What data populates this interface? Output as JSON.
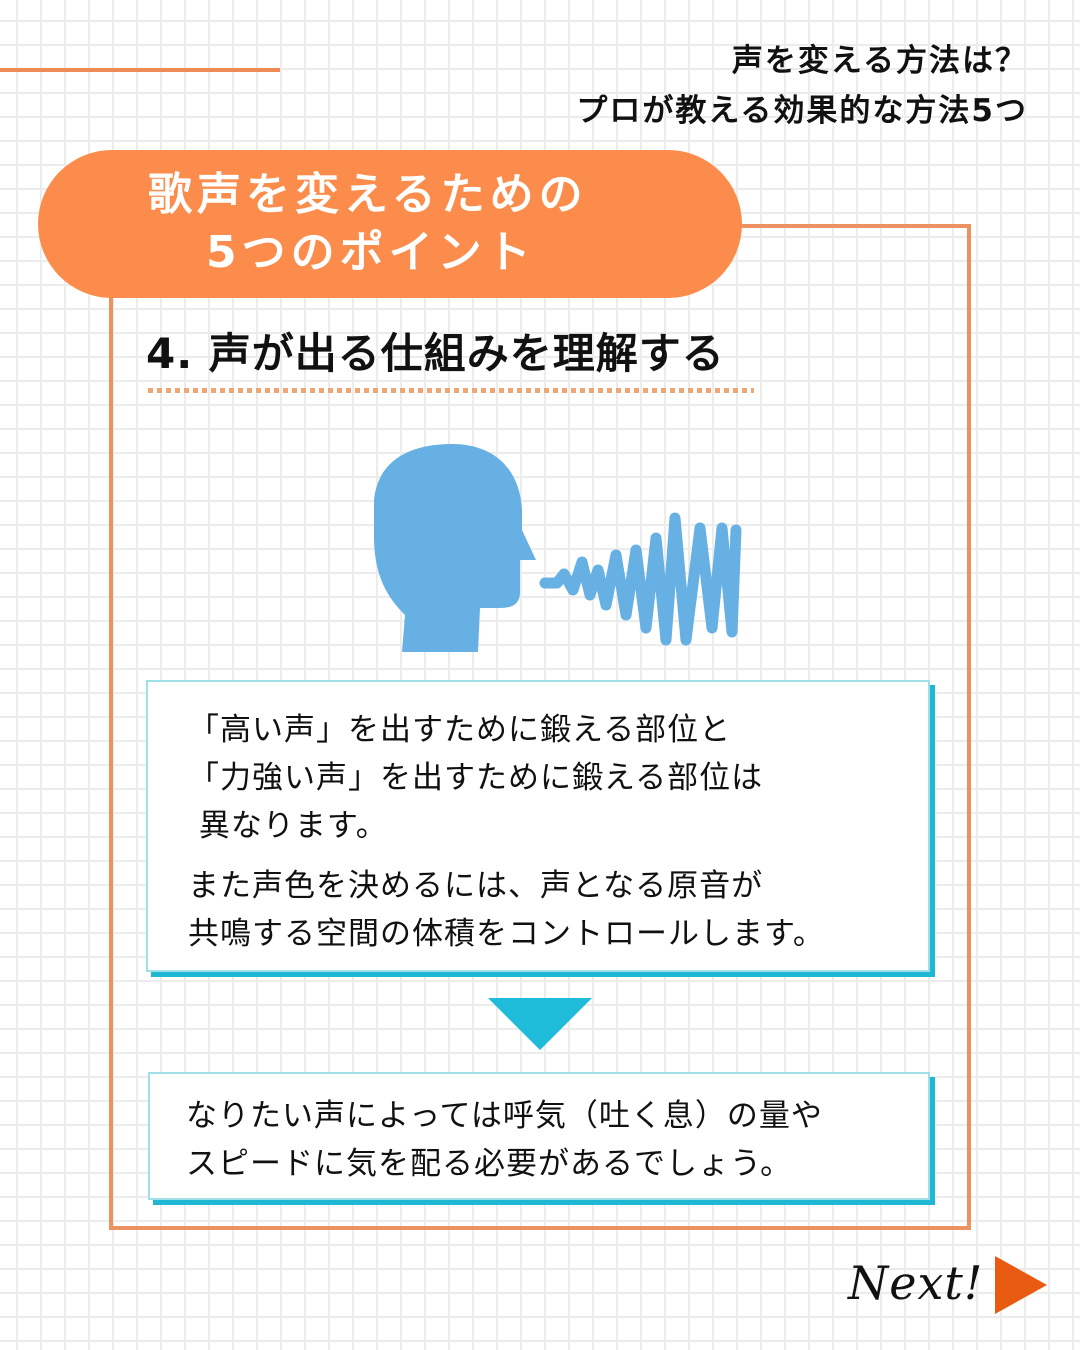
{
  "header": {
    "title_line1": "声を変える方法は？",
    "title_line2": "プロが教える効果的な方法5つ"
  },
  "banner": {
    "line1": "歌声を変えるための",
    "line2": "5つのポイント"
  },
  "section": {
    "heading": "4. 声が出る仕組みを理解する"
  },
  "illustration": {
    "icon": "speaking-head-with-sound-wave-icon",
    "color": "#66b0e3"
  },
  "box1": {
    "paragraph1": "「高い声」を出すために鍛える部位と\n「力強い声」を出すために鍛える部位は\n 異なります。",
    "paragraph2": "また声色を決めるには、声となる原音が\n共鳴する空間の体積をコントロールします。"
  },
  "arrow": {
    "icon": "down-triangle-icon",
    "color": "#1fbcd9"
  },
  "box2": {
    "text": "なりたい声によっては呼気（吐く息）の量や\nスピードに気を配る必要があるでしょう。"
  },
  "footer": {
    "next_label": "Next!",
    "next_icon": "play-triangle-icon",
    "next_color": "#e95a12"
  },
  "colors": {
    "accent_orange": "#fb8c4b",
    "frame_orange": "#ec9160",
    "accent_cyan": "#1fb8d4",
    "illustration_blue": "#66b0e3"
  }
}
